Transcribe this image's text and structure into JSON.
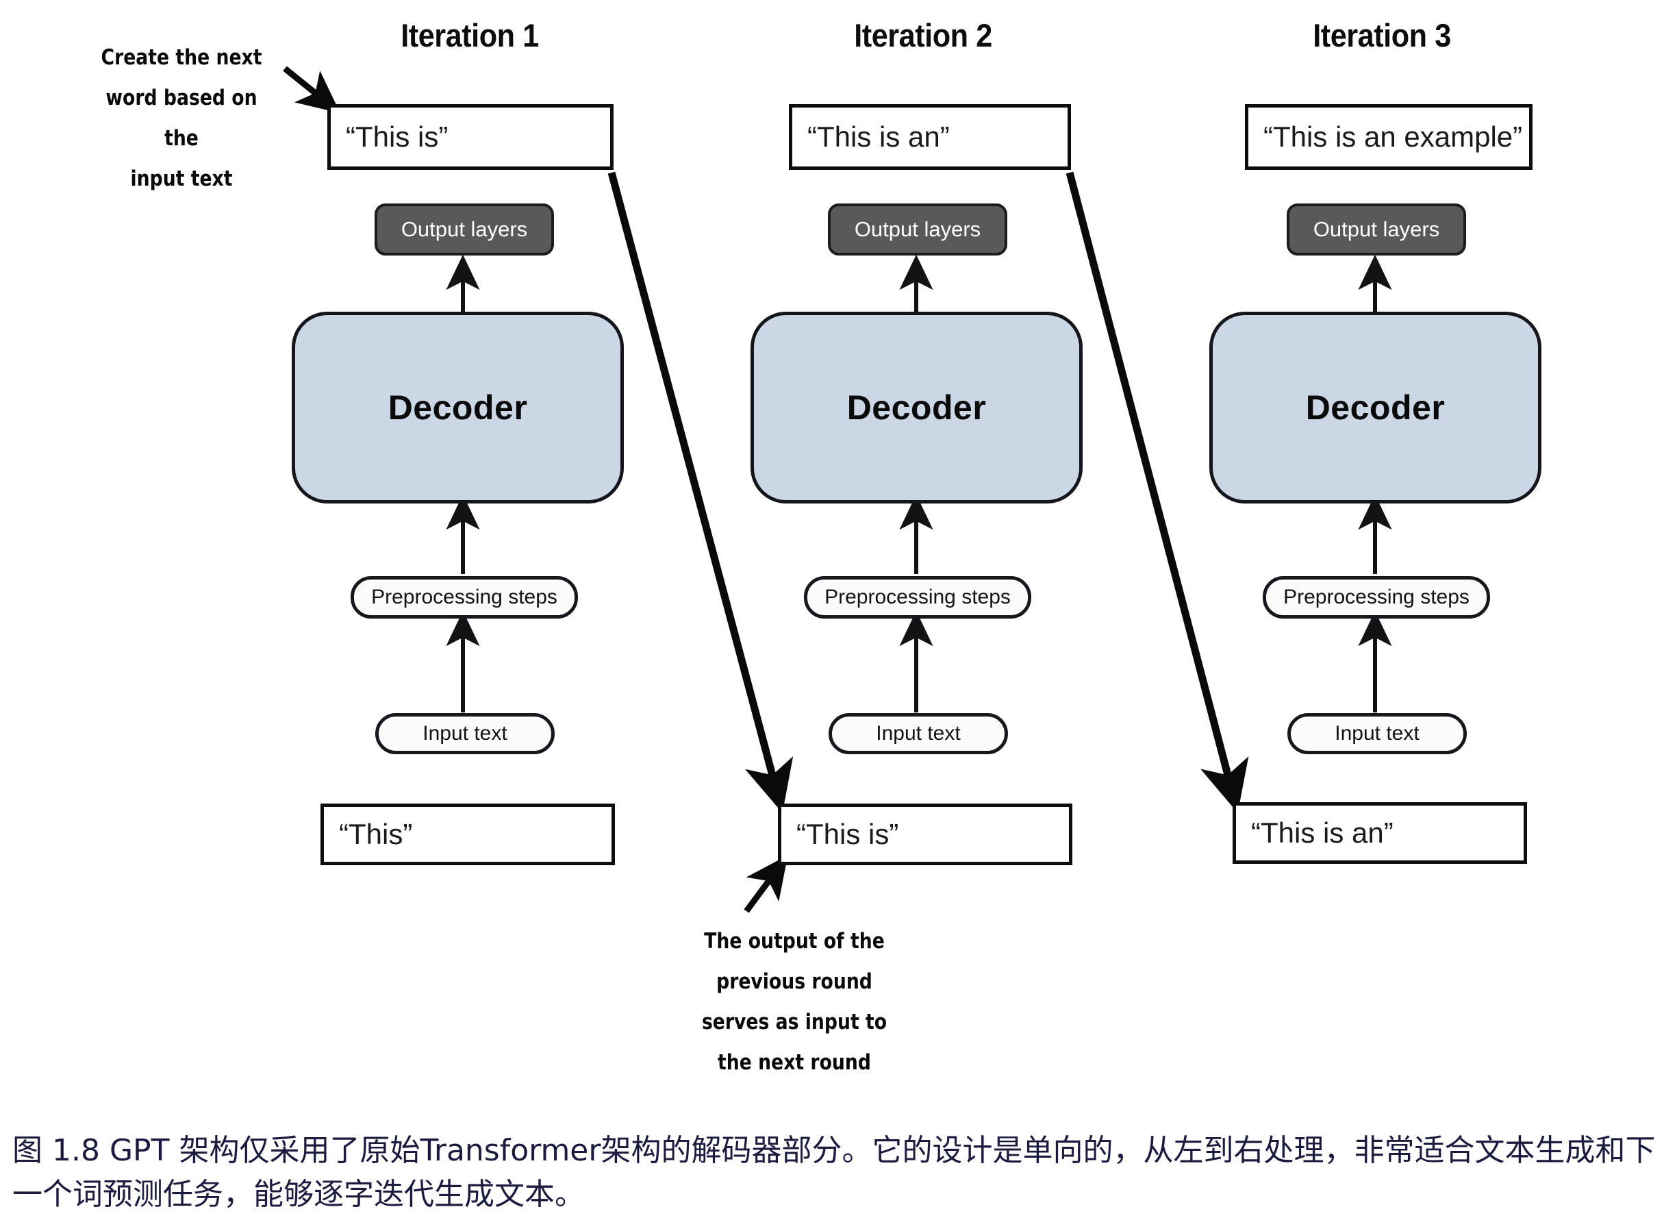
{
  "figure": {
    "caption": "图 1.8  GPT 架构仅采用了原始Transformer架构的解码器部分。它的设计是单向的，从左到右处理，非常适合文本生成和下一个词预测任务，能够逐字迭代生成文本。",
    "caption_color": "#1b1b3f"
  },
  "palette": {
    "decoder_fill": "#ccd7e5",
    "output_fill": "#595959",
    "stroke": "#14161c",
    "background": "#ffffff"
  },
  "annotations": {
    "top_left": "Create the next word based on the input text",
    "top_left_lines": [
      "Create the next",
      "word based on the",
      "input text"
    ],
    "bottom_center": "The output of the previous round serves as input to the next round",
    "bottom_center_lines": [
      "The output of the",
      "previous round",
      "serves as input to",
      "the next round"
    ]
  },
  "labels": {
    "output_layers": "Output layers",
    "decoder": "Decoder",
    "preprocessing_steps": "Preprocessing steps",
    "input_text": "Input text"
  },
  "columns": [
    {
      "title": "Iteration 1",
      "output_text": "“This is”",
      "output_layers": "Output layers",
      "decoder": "Decoder",
      "preprocessing": "Preprocessing steps",
      "input_label": "Input text",
      "input_text": "“This”"
    },
    {
      "title": "Iteration 2",
      "output_text": "“This is an”",
      "output_layers": "Output layers",
      "decoder": "Decoder",
      "preprocessing": "Preprocessing steps",
      "input_label": "Input text",
      "input_text": "“This is”"
    },
    {
      "title": "Iteration 3",
      "output_text": "“This is an example”",
      "output_layers": "Output layers",
      "decoder": "Decoder",
      "preprocessing": "Preprocessing steps",
      "input_label": "Input text",
      "input_text": "“This is an”"
    }
  ]
}
